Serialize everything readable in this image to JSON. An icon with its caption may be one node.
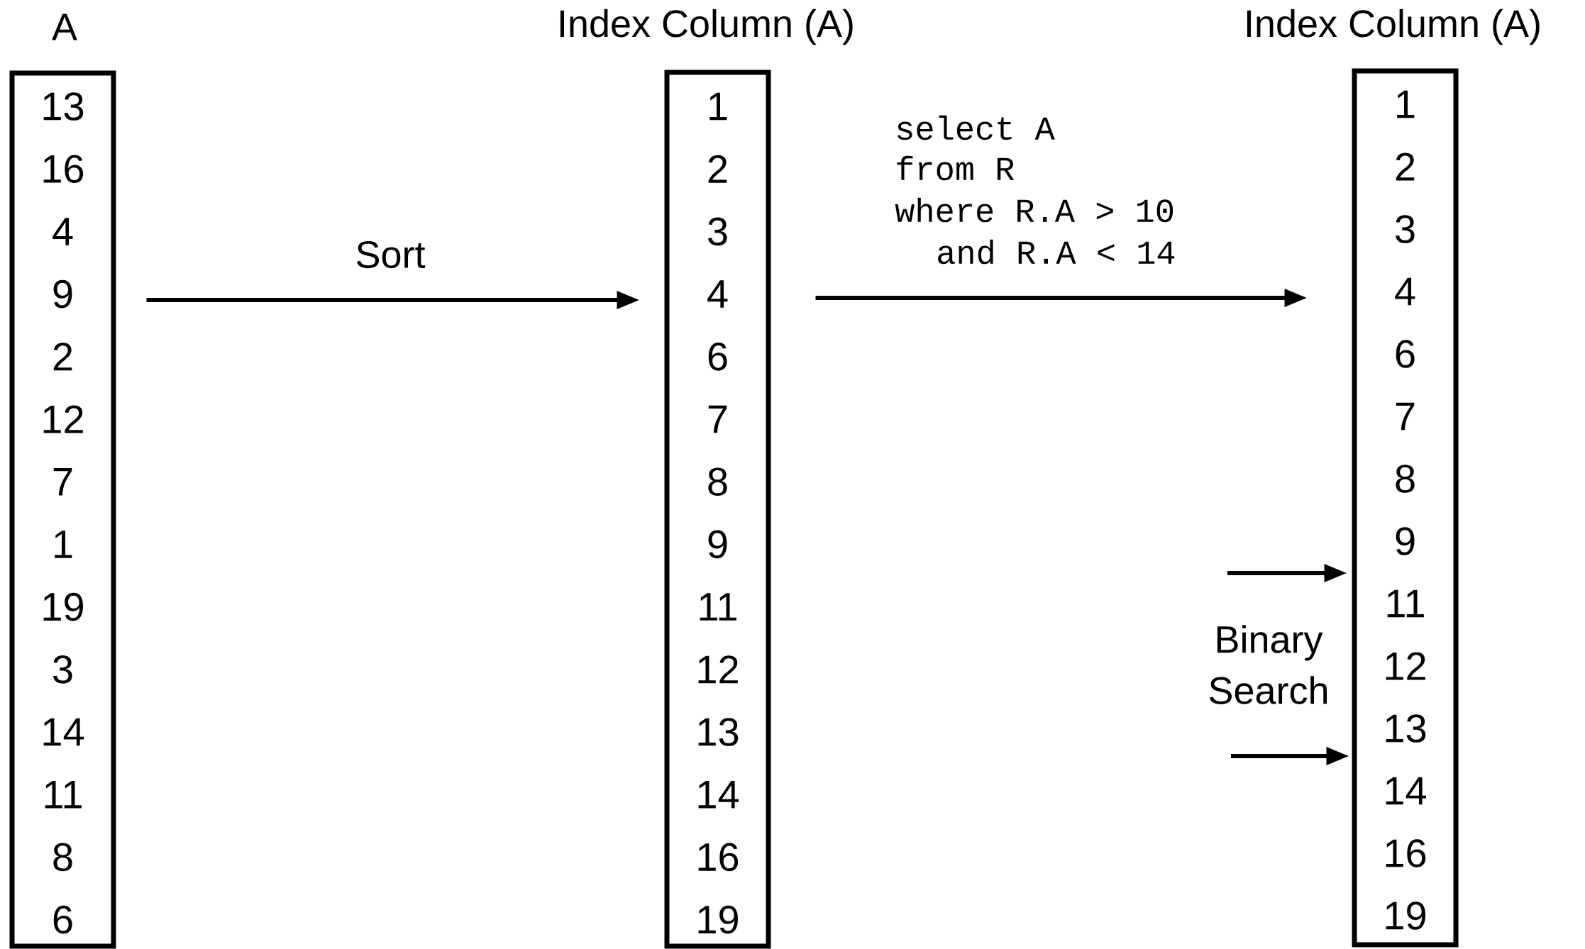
{
  "diagram": {
    "nodes": [
      {
        "text": [
          "A",
          "13",
          "16",
          "4",
          "9",
          "2",
          "12",
          "7",
          "1",
          "19",
          "3",
          "14",
          "11",
          "8",
          "6"
        ]
      },
      {
        "text": [
          "Index Column (A)",
          "1",
          "2",
          "3",
          "4",
          "6",
          "7",
          "8",
          "9",
          "11",
          "12",
          "13",
          "14",
          "16",
          "19"
        ]
      },
      {
        "text": [
          "Index Column (A)",
          "1",
          "2",
          "3",
          "4",
          "6",
          "7",
          "8",
          "9",
          "11",
          "12",
          "13",
          "14",
          "16",
          "19"
        ]
      }
    ],
    "edges": [
      {
        "from": 0,
        "to": 1,
        "arrow": "to",
        "label": "Sort"
      },
      {
        "from": 1,
        "to": 2,
        "arrow": "to"
      },
      {
        "from": null,
        "to": 2,
        "arrow": "to"
      },
      {
        "from": null,
        "to": 2,
        "arrow": "to"
      }
    ],
    "labels": [
      "select A",
      "from R",
      "where R.A > 10",
      "and R.A < 14",
      "Binary Search"
    ]
  }
}
